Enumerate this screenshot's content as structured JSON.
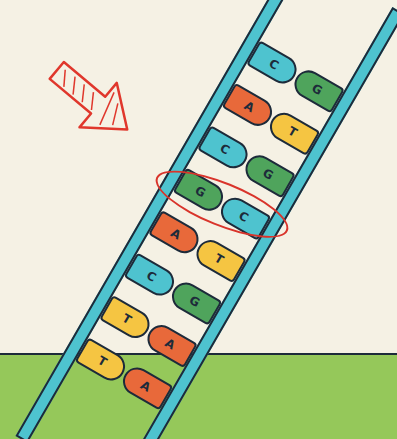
{
  "diagram": {
    "nodes": [
      {
        "text": [
          "C"
        ]
      },
      {
        "text": [
          "G"
        ]
      },
      {
        "text": [
          "A"
        ]
      },
      {
        "text": [
          "T"
        ]
      },
      {
        "text": [
          "C"
        ]
      },
      {
        "text": [
          "G"
        ]
      },
      {
        "text": [
          "G"
        ]
      },
      {
        "text": [
          "C"
        ]
      },
      {
        "text": [
          "A"
        ]
      },
      {
        "text": [
          "T"
        ]
      },
      {
        "text": [
          "C"
        ]
      },
      {
        "text": [
          "G"
        ]
      },
      {
        "text": [
          "T"
        ]
      },
      {
        "text": [
          "A"
        ]
      },
      {
        "text": [
          "T"
        ]
      },
      {
        "text": [
          "A"
        ]
      }
    ]
  }
}
